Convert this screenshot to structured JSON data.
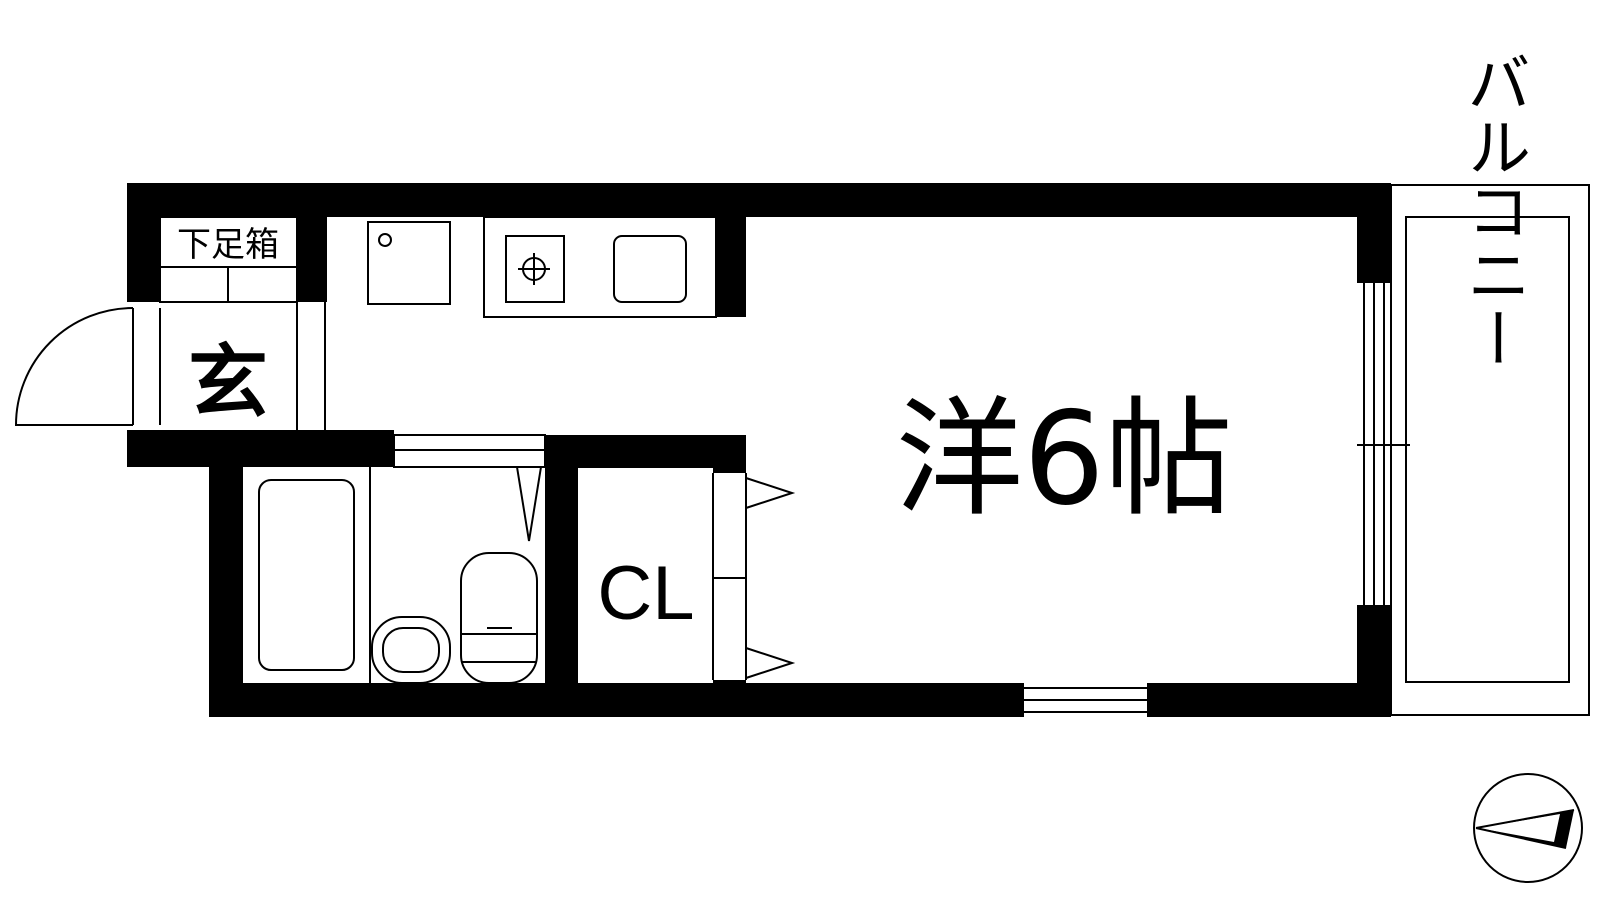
{
  "rooms": {
    "main": "洋6帖",
    "entrance": "玄",
    "shoe_box": "下足箱",
    "closet": "CL",
    "balcony": "バルコニー"
  },
  "compass": {
    "arrow_direction": "west"
  }
}
